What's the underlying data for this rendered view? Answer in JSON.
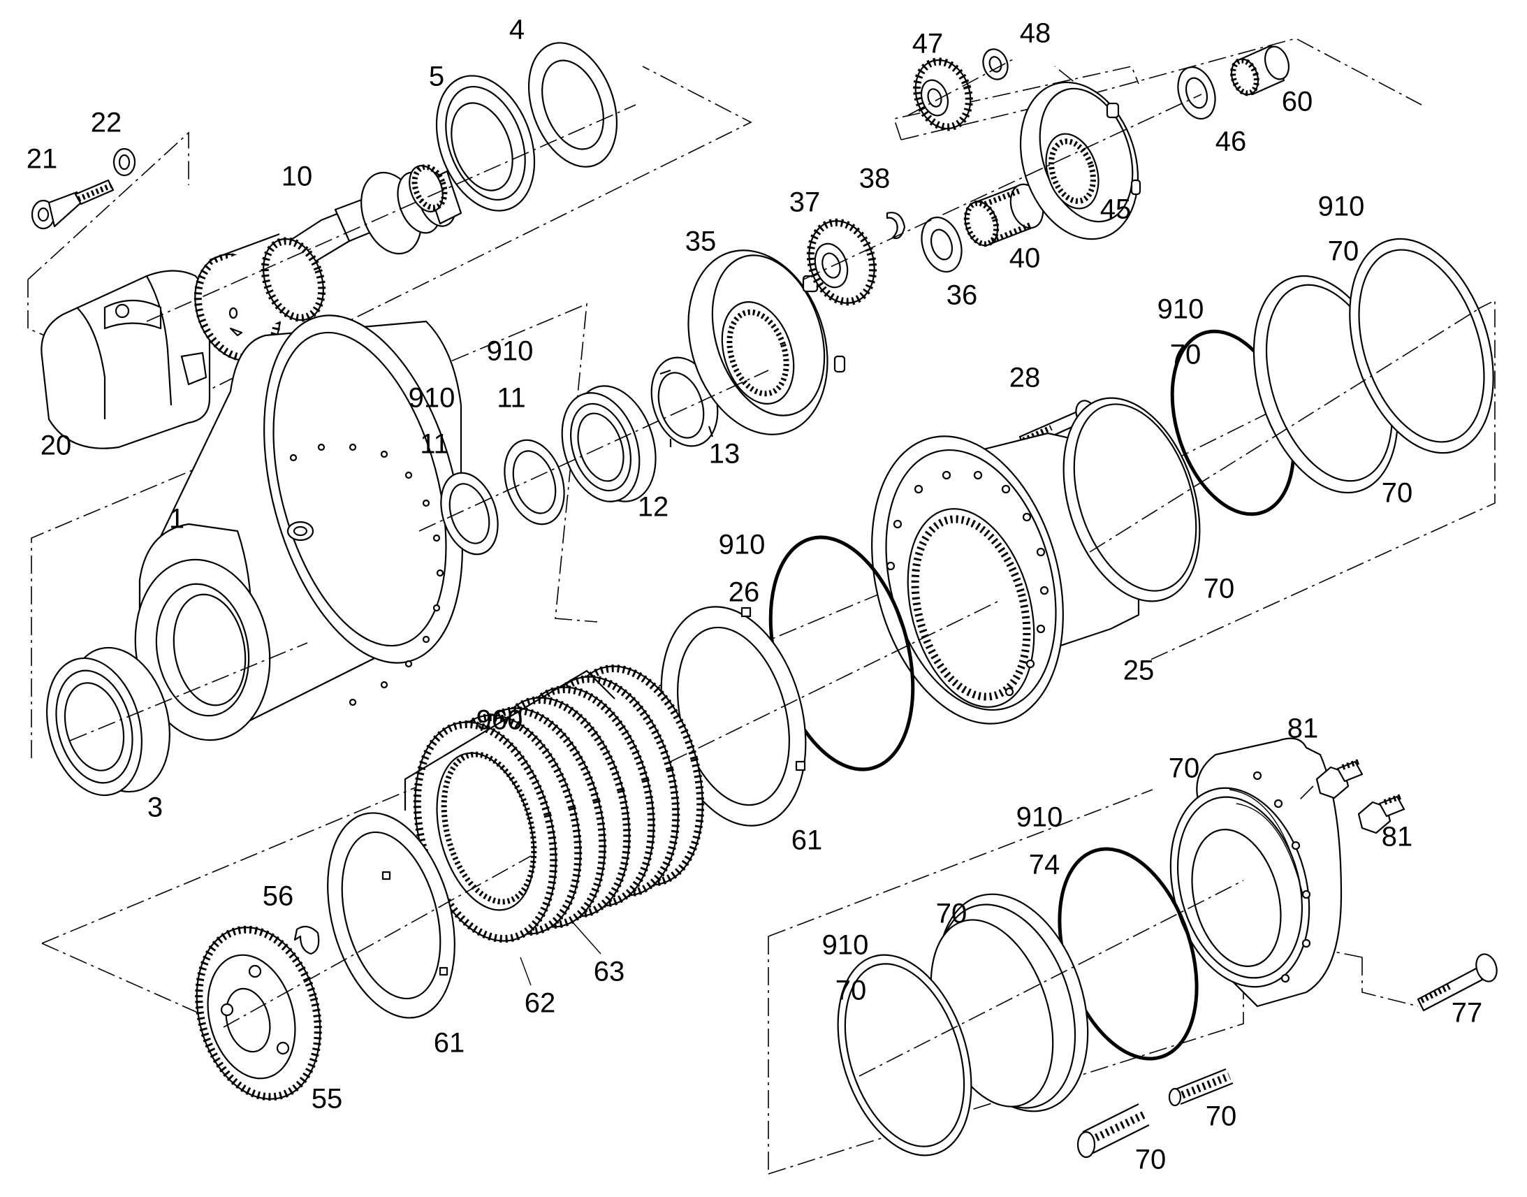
{
  "diagram": {
    "callouts": {
      "c1": "1",
      "c3": "3",
      "c4": "4",
      "c5": "5",
      "c10": "10",
      "c11a": "11",
      "c11b": "11",
      "c12": "12",
      "c13": "13",
      "c20": "20",
      "c21": "21",
      "c22": "22",
      "c25": "25",
      "c26": "26",
      "c28": "28",
      "c35": "35",
      "c36": "36",
      "c37": "37",
      "c38": "38",
      "c40": "40",
      "c45": "45",
      "c46": "46",
      "c47": "47",
      "c48": "48",
      "c55": "55",
      "c56": "56",
      "c60": "60",
      "c61a": "61",
      "c61b": "61",
      "c62": "62",
      "c63": "63",
      "c70a": "70",
      "c70b": "70",
      "c70c": "70",
      "c70d": "70",
      "c70e": "70",
      "c70f": "70",
      "c70g": "70",
      "c70h": "70",
      "c70i": "70",
      "c74": "74",
      "c77": "77",
      "c81a": "81",
      "c81b": "81",
      "c910a": "910",
      "c910b": "910",
      "c910c": "910",
      "c910d": "910",
      "c910e": "910",
      "c910f": "910",
      "c910g": "910",
      "c960": "960"
    }
  }
}
